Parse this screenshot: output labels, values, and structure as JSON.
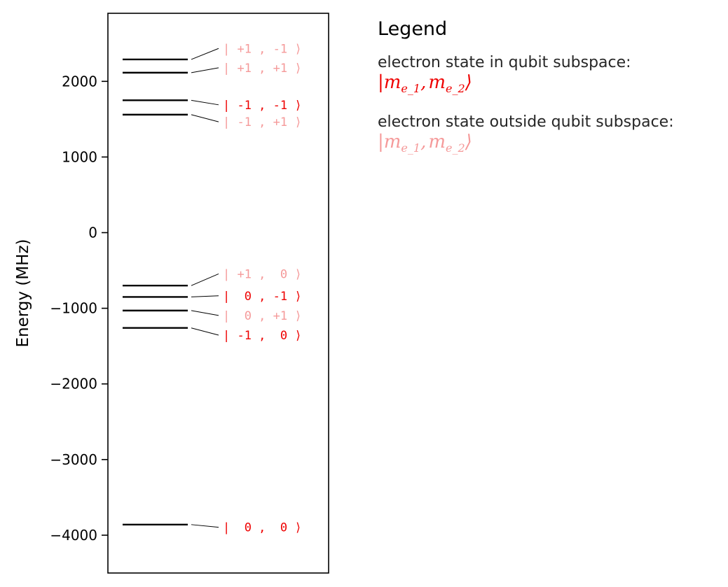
{
  "chart_data": {
    "type": "energy-level-diagram",
    "ylabel": "Energy (MHz)",
    "ylim": [
      -4500,
      2900
    ],
    "yticks": [
      2000,
      1000,
      0,
      -1000,
      -2000,
      -3000,
      -4000
    ],
    "ytick_labels": [
      "2000",
      "1000",
      "0",
      "−1000",
      "−2000",
      "−3000",
      "−4000"
    ],
    "levels": [
      {
        "energy": 2290,
        "label": "| +1 , -1 ⟩",
        "in_subspace": false,
        "label_energy": 2435
      },
      {
        "energy": 2115,
        "label": "| +1 , +1 ⟩",
        "in_subspace": false,
        "label_energy": 2180
      },
      {
        "energy": 1750,
        "label": "| -1 , -1 ⟩",
        "in_subspace": true,
        "label_energy": 1690
      },
      {
        "energy": 1560,
        "label": "| -1 , +1 ⟩",
        "in_subspace": false,
        "label_energy": 1465
      },
      {
        "energy": -700,
        "label": "| +1 ,  0 ⟩",
        "in_subspace": false,
        "label_energy": -545
      },
      {
        "energy": -850,
        "label": "|  0 , -1 ⟩",
        "in_subspace": true,
        "label_energy": -835
      },
      {
        "energy": -1030,
        "label": "|  0 , +1 ⟩",
        "in_subspace": false,
        "label_energy": -1095
      },
      {
        "energy": -1260,
        "label": "| -1 ,  0 ⟩",
        "in_subspace": true,
        "label_energy": -1355
      },
      {
        "energy": -3860,
        "label": "|  0 ,  0 ⟩",
        "in_subspace": true,
        "label_energy": -3895
      }
    ],
    "colors": {
      "in_subspace": "#ee0000",
      "outside_subspace": "#f59a9a",
      "level_line": "#000000",
      "axis": "#000000"
    }
  },
  "legend": {
    "title": "Legend",
    "in_subspace_text": "electron state in qubit subspace:",
    "outside_subspace_text": "electron state outside qubit subspace:",
    "ket_m": "m",
    "ket_e1": "e_1",
    "ket_e2": "e_2",
    "ket_open": "|",
    "ket_sep": ",",
    "ket_close": "⟩"
  }
}
